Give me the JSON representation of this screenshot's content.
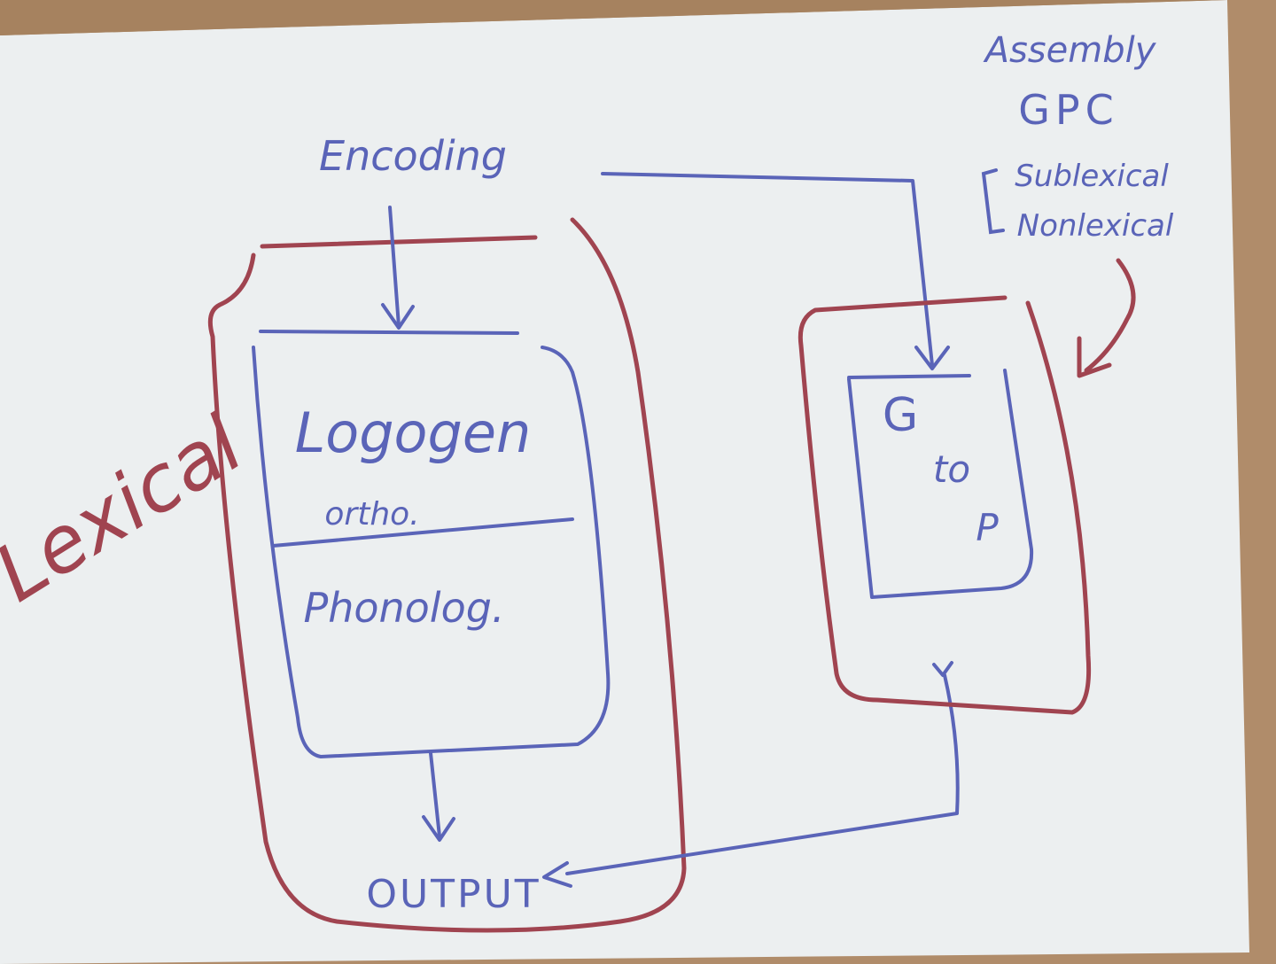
{
  "diagram": {
    "top_input": "Encoding",
    "lexical_label": "Lexical",
    "lexicon_upper": "Logogen",
    "lexicon_upper_sub": "ortho.",
    "lexicon_lower": "Phonolog.",
    "output_label": "OUTPUT",
    "route_notes": [
      "Assembly",
      "GPC",
      "Sublexical",
      "Nonlexical"
    ],
    "gpc_box": {
      "line1": "G",
      "line2": "to",
      "line3": "P"
    }
  },
  "colors": {
    "board": "#b08c6a",
    "paper": "#eceff0",
    "blue_ink": "#5a64b8",
    "red_ink": "#a04450"
  }
}
